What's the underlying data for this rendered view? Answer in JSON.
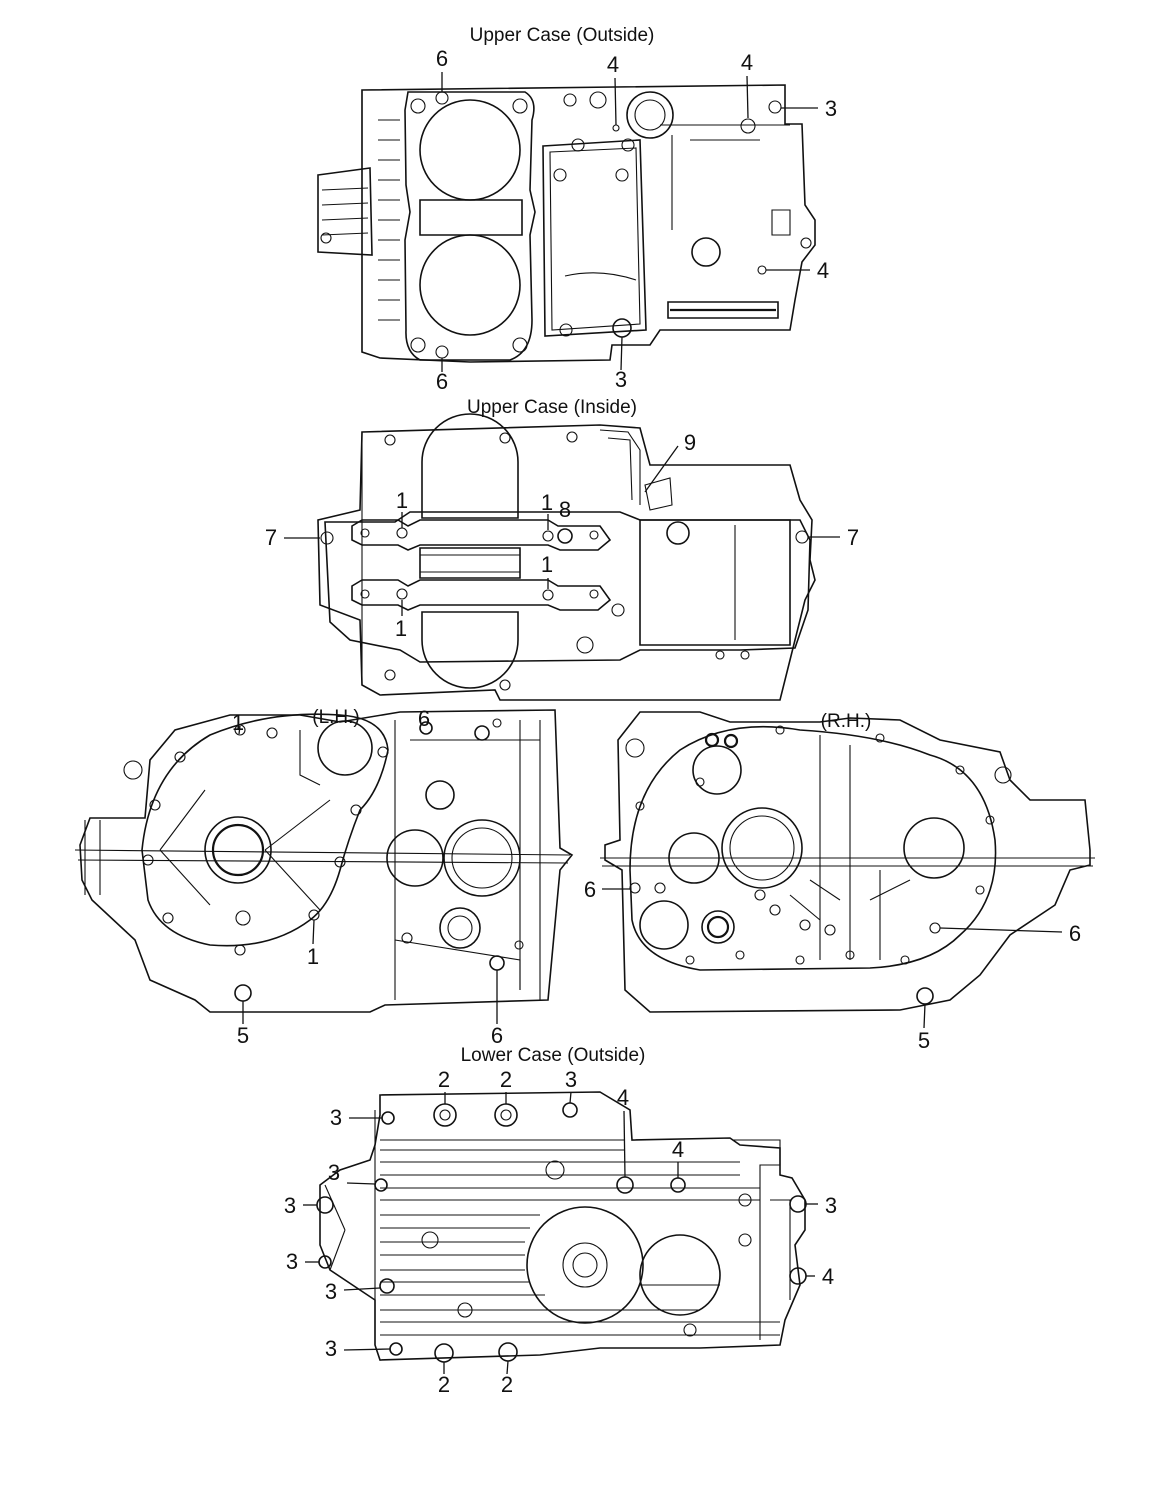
{
  "titles": {
    "upper_outside": "Upper Case (Outside)",
    "upper_inside": "Upper Case (Inside)",
    "lh": "(L.H.)",
    "rh": "(R.H.)",
    "lower_outside": "Lower Case (Outside)"
  },
  "callouts": {
    "uo_6_top": "6",
    "uo_4_a": "4",
    "uo_4_b": "4",
    "uo_3_right": "3",
    "uo_4_right": "4",
    "uo_6_bottom": "6",
    "uo_3_bottom": "3",
    "ui_9": "9",
    "ui_1_a": "1",
    "ui_1_b": "1",
    "ui_8": "8",
    "ui_7_left": "7",
    "ui_7_right": "7",
    "ui_1_c": "1",
    "ui_1_d": "1",
    "lh_1_top": "1",
    "lh_6_top": "6",
    "lh_1_mid": "1",
    "lh_5": "5",
    "lh_6_bottom": "6",
    "rh_6_left": "6",
    "rh_6_right": "6",
    "rh_5": "5",
    "lo_2_a": "2",
    "lo_2_b": "2",
    "lo_3_top": "3",
    "lo_4_top": "4",
    "lo_3_left1": "3",
    "lo_4_mid": "4",
    "lo_3_left2": "3",
    "lo_3_left3": "3",
    "lo_3_right": "3",
    "lo_3_left4": "3",
    "lo_4_right": "4",
    "lo_3_left5": "3",
    "lo_3_left6": "3",
    "lo_2_c": "2",
    "lo_2_d": "2"
  }
}
